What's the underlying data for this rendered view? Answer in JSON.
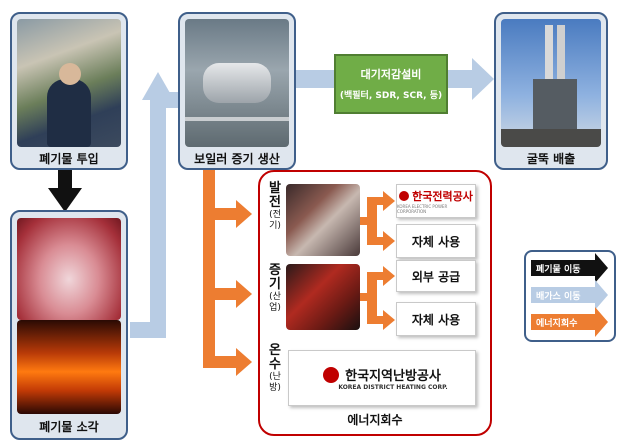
{
  "steps": {
    "waste_input": "폐기물 투입",
    "boiler": "보일러 증기 생산",
    "stack": "굴뚝 배출",
    "incineration": "폐기물 소각"
  },
  "air_pollution": {
    "title": "대기저감설비",
    "detail": "(백필터, SDR, SCR, 등)"
  },
  "energy": {
    "power_label": [
      "발",
      "전"
    ],
    "power_sub": [
      "(전",
      "기)"
    ],
    "steam_label": [
      "증",
      "기"
    ],
    "steam_sub": [
      "(산",
      "업)"
    ],
    "heat_label": [
      "온",
      "수"
    ],
    "heat_sub": [
      "(난",
      "방)"
    ],
    "kepco_name": "한국전력공사",
    "kepco_sub": "KOREA ELECTRIC POWER CORPORATION",
    "self_use_1": "자체 사용",
    "external_supply": "외부 공급",
    "self_use_2": "자체 사용",
    "kdhc_name": "한국지역난방공사",
    "kdhc_sub": "KOREA DISTRICT HEATING CORP.",
    "group_title": "에너지회수"
  },
  "legend": {
    "waste_move": "폐기물 이동",
    "gas_move": "배가스 이동",
    "energy_recovery": "에너지회수"
  },
  "colors": {
    "waste_arrow": "#111111",
    "gas_arrow": "#b8cce4",
    "energy_arrow": "#ed7d31",
    "frame": "#3f5f8a",
    "energy_frame": "#c00000",
    "air_box": "#70ad47"
  }
}
